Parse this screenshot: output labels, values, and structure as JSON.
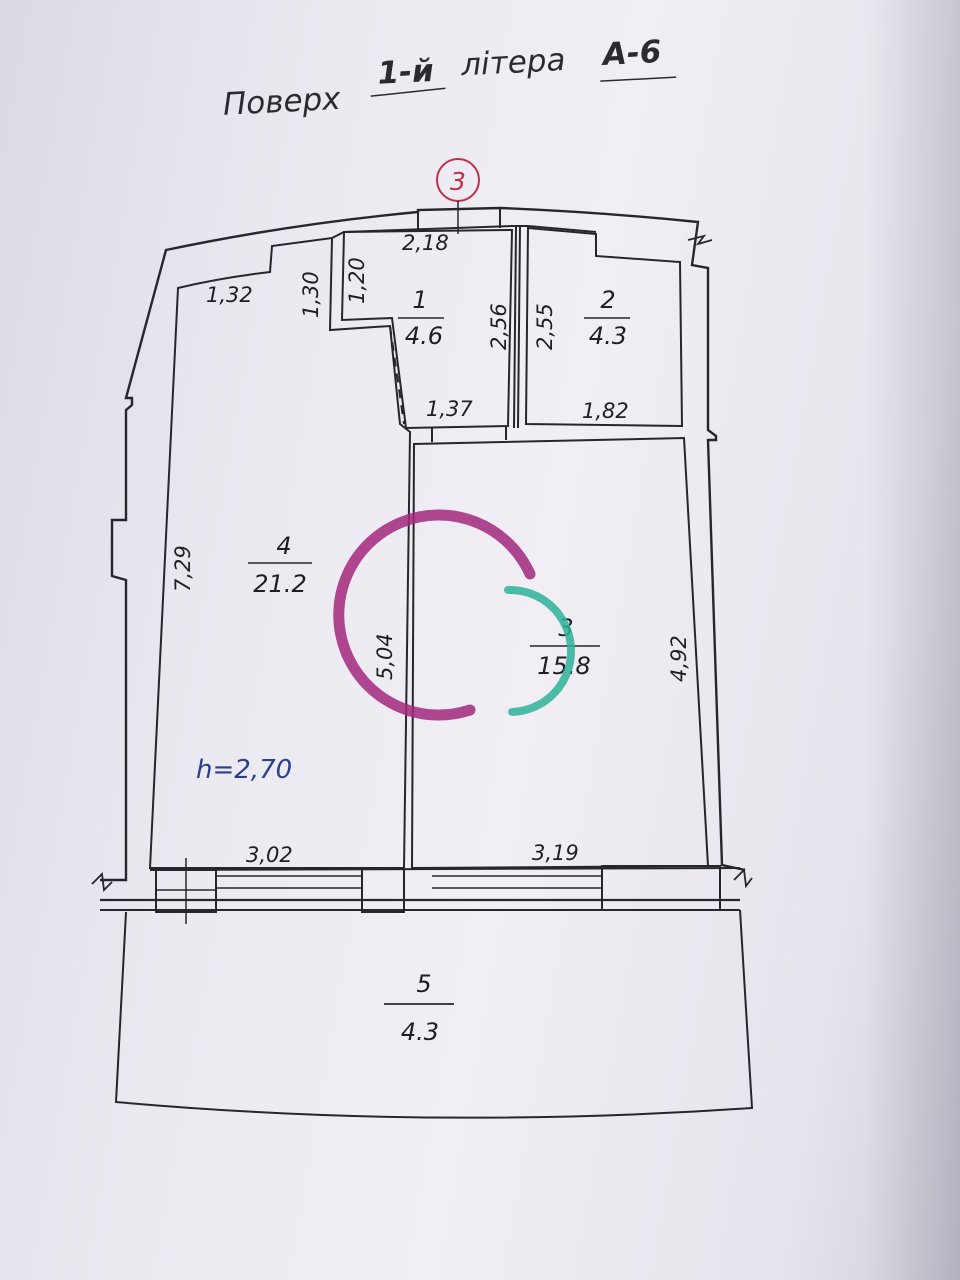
{
  "header": {
    "prefix": "Поверх",
    "floor": "1-й",
    "middle": "літера",
    "letter": "А-6"
  },
  "axis_marker": "3",
  "ceiling_height": "h=2,70",
  "rooms": [
    {
      "number": "1",
      "area": "4.6"
    },
    {
      "number": "2",
      "area": "4.3"
    },
    {
      "number": "3",
      "area": "15.8"
    },
    {
      "number": "4",
      "area": "21.2"
    },
    {
      "number": "5",
      "area": "4.3"
    }
  ],
  "dimensions": {
    "top_1": "2,18",
    "top_4": "1,32",
    "niche_depth": "1,30",
    "niche_width": "1,20",
    "room1_height": "2,56",
    "room2_height": "2,55",
    "room1_bottom": "1,37",
    "room2_bottom": "1,82",
    "room4_height": "7,29",
    "room3_left": "5,04",
    "room3_right": "4,92",
    "room4_bottom": "3,02",
    "room3_bottom": "3,19"
  },
  "colors": {
    "line": "#26262c",
    "ink": "#1e1e24",
    "height_label": "#2a3f8f",
    "marker": "#c0304a",
    "logo_purple": "#a3287e",
    "logo_teal": "#2fb39a"
  }
}
